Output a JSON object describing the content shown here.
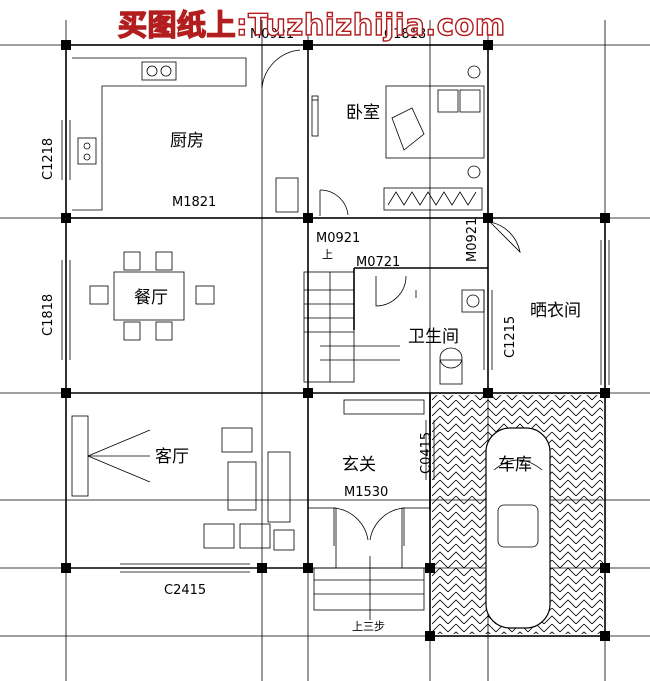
{
  "watermark": "买图纸上:Tuzhizhijia.com",
  "rooms": {
    "kitchen": "厨房",
    "bedroom": "卧室",
    "dining": "餐厅",
    "living": "客厅",
    "bathroom": "卫生间",
    "drying": "晒衣间",
    "foyer": "玄关",
    "garage": "车库"
  },
  "codes": {
    "c1218": "C1218",
    "c1818": "C1818",
    "c2415": "C2415",
    "c1215": "C1215",
    "c0415": "C0415",
    "m1821": "M1821",
    "m0921_top": "M0921",
    "m0921_mid": "M0921",
    "m0921_right": "M0921",
    "m0721": "M0721",
    "m1530": "M1530",
    "c1818_top": "C1818"
  },
  "notes": {
    "stair_up": "上",
    "steps": "上三步"
  }
}
